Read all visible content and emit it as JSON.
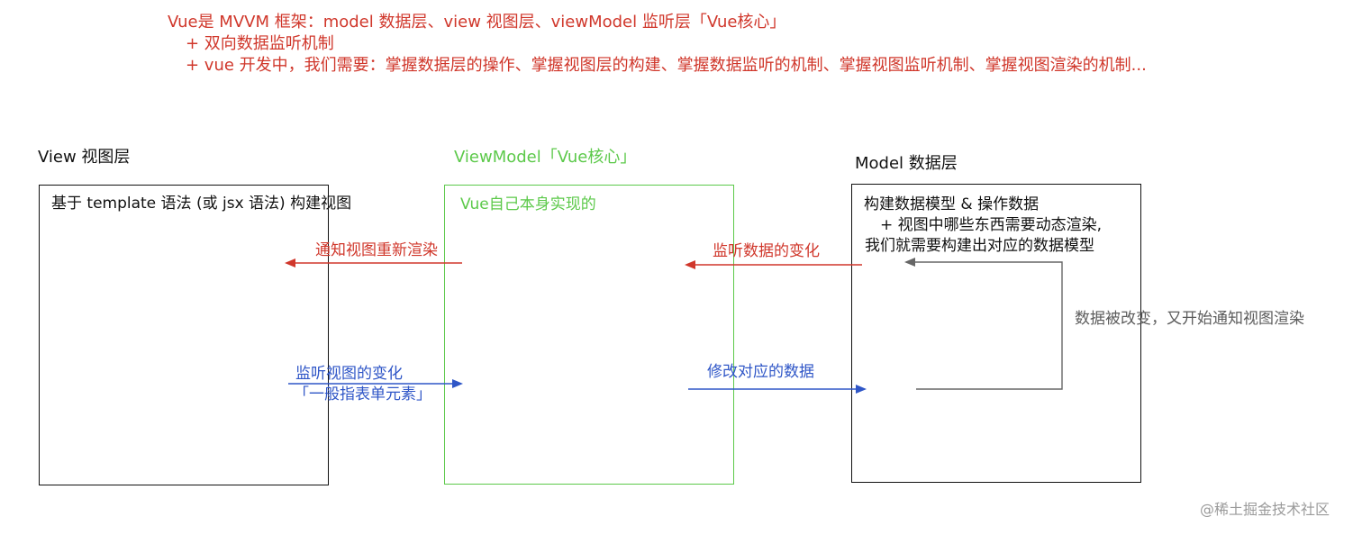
{
  "colors": {
    "red": "#d0372b",
    "green": "#5cc94a",
    "blue": "#2f56c7",
    "gray": "#5c5c5c",
    "black": "#111111"
  },
  "header": {
    "line1": "Vue是 MVVM 框架：model 数据层、view 视图层、viewModel 监听层「Vue核心」",
    "line2": "+ 双向数据监听机制",
    "line3": "+ vue 开发中，我们需要：掌握数据层的操作、掌握视图层的构建、掌握数据监听的机制、掌握视图监听机制、掌握视图渲染的机制..."
  },
  "view": {
    "title": "View 视图层",
    "content": "基于 template 语法 (或 jsx 语法) 构建视图"
  },
  "viewmodel": {
    "title": "ViewModel「Vue核心」",
    "content": "Vue自己本身实现的"
  },
  "model": {
    "title": "Model 数据层",
    "line1": "构建数据模型 & 操作数据",
    "line2": "+ 视图中哪些东西需要动态渲染,",
    "line3": "我们就需要构建出对应的数据模型"
  },
  "arrows": {
    "notify_view": "通知视图重新渲染",
    "listen_data": "监听数据的变化",
    "listen_view": "监听视图的变化",
    "form_elements": "「一般指表单元素」",
    "modify_data": "修改对应的数据",
    "data_changed": "数据被改变，又开始通知视图渲染"
  },
  "watermark": "@稀土掘金技术社区"
}
